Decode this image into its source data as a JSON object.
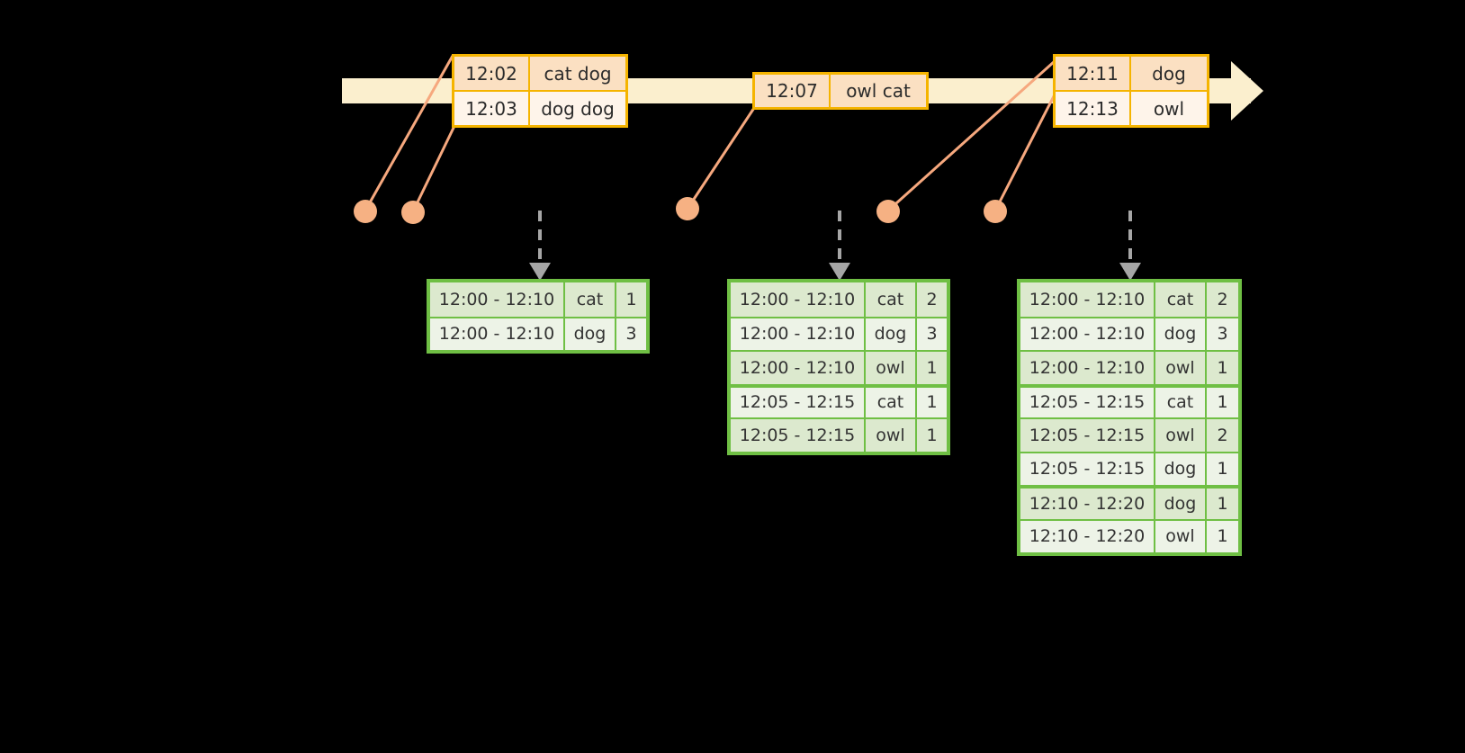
{
  "timeline": {
    "name": "event-stream-timeline",
    "band_color": "#FBEFCE",
    "arrow_color": "#FBEFCE",
    "event_groups": [
      {
        "id": "group-1",
        "events": [
          {
            "time": "12:02",
            "words": "cat dog"
          },
          {
            "time": "12:03",
            "words": "dog dog"
          }
        ]
      },
      {
        "id": "group-2",
        "events": [
          {
            "time": "12:07",
            "words": "owl cat"
          }
        ]
      },
      {
        "id": "group-3",
        "events": [
          {
            "time": "12:11",
            "words": "dog"
          },
          {
            "time": "12:13",
            "words": "owl"
          }
        ]
      }
    ]
  },
  "markers": {
    "name": "watermark-dots",
    "color": "#F6B183",
    "count": 5
  },
  "results": [
    {
      "id": "result-table-1",
      "rows": [
        {
          "window": "12:00 - 12:10",
          "word": "cat",
          "count": "1",
          "group": 0
        },
        {
          "window": "12:00 - 12:10",
          "word": "dog",
          "count": "3",
          "group": 0
        }
      ]
    },
    {
      "id": "result-table-2",
      "rows": [
        {
          "window": "12:00 - 12:10",
          "word": "cat",
          "count": "2",
          "group": 0
        },
        {
          "window": "12:00 - 12:10",
          "word": "dog",
          "count": "3",
          "group": 0
        },
        {
          "window": "12:00 - 12:10",
          "word": "owl",
          "count": "1",
          "group": 0
        },
        {
          "window": "12:05 - 12:15",
          "word": "cat",
          "count": "1",
          "group": 1
        },
        {
          "window": "12:05 - 12:15",
          "word": "owl",
          "count": "1",
          "group": 1
        }
      ]
    },
    {
      "id": "result-table-3",
      "rows": [
        {
          "window": "12:00 - 12:10",
          "word": "cat",
          "count": "2",
          "group": 0
        },
        {
          "window": "12:00 - 12:10",
          "word": "dog",
          "count": "3",
          "group": 0
        },
        {
          "window": "12:00 - 12:10",
          "word": "owl",
          "count": "1",
          "group": 0
        },
        {
          "window": "12:05 - 12:15",
          "word": "cat",
          "count": "1",
          "group": 1
        },
        {
          "window": "12:05 - 12:15",
          "word": "owl",
          "count": "2",
          "group": 1
        },
        {
          "window": "12:05 - 12:15",
          "word": "dog",
          "count": "1",
          "group": 1
        },
        {
          "window": "12:10 - 12:20",
          "word": "dog",
          "count": "1",
          "group": 2
        },
        {
          "window": "12:10 - 12:20",
          "word": "owl",
          "count": "1",
          "group": 2
        }
      ]
    }
  ],
  "colors": {
    "orange_border": "#F5B400",
    "orange_fill_dark": "#FBE0C2",
    "orange_fill_light": "#FEF4EA",
    "green_border": "#6FBF44",
    "green_fill_dark": "#DCE9CE",
    "green_fill_light": "#EDF3E7",
    "dot": "#F6B183",
    "connector": "#F6A87E",
    "arrow_gray": "#A6A6A6",
    "background": "#000000"
  }
}
